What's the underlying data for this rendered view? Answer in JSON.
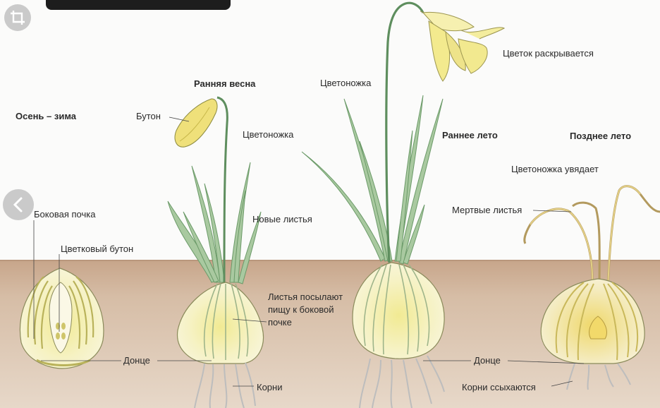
{
  "labels": {
    "autumn_winter": "Осень – зима",
    "early_spring": "Ранняя весна",
    "early_summer": "Раннее лето",
    "late_summer": "Позднее лето",
    "bud": "Бутон",
    "peduncle_spring": "Цветоножка",
    "peduncle_summer": "Цветоножка",
    "flower_opens": "Цветок раскрывается",
    "peduncle_withers": "Цветоножка увядает",
    "lateral_bud": "Боковая почка",
    "flower_bud": "Цветковый бутон",
    "new_leaves": "Новые листья",
    "dead_leaves": "Мертвые листья",
    "leaves_feed_1": "Листья посылают",
    "leaves_feed_2": "пищу к боковой",
    "leaves_feed_3": "почке",
    "basal_plate_1": "Донце",
    "basal_plate_2": "Донце",
    "roots": "Корни",
    "roots_dry": "Корни ссыхаются"
  },
  "colors": {
    "soil": "#c9ab8f",
    "leaf": "#8fb88a",
    "leaf_dark": "#5e8e5e",
    "bulb": "#f3efbf",
    "bulb_yellow": "#e6e07a",
    "flower": "#f3ec9c",
    "dry": "#e9d6a6"
  },
  "ui": {
    "crop_icon": "crop-icon",
    "prev_icon": "chevron-left-icon"
  }
}
